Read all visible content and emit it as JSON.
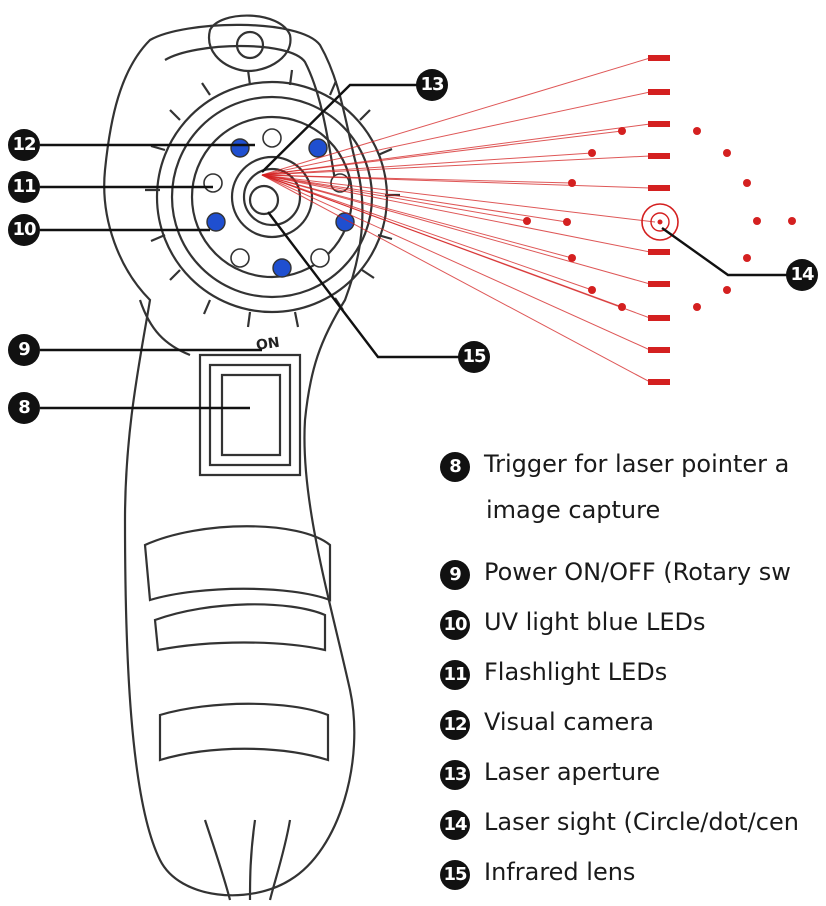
{
  "device_label_on": "ON",
  "callouts": [
    {
      "num": "8"
    },
    {
      "num": "9"
    },
    {
      "num": "10"
    },
    {
      "num": "11"
    },
    {
      "num": "12"
    },
    {
      "num": "13"
    },
    {
      "num": "14"
    },
    {
      "num": "15"
    }
  ],
  "legend": [
    {
      "num": "8",
      "line1": "Trigger for laser pointer a",
      "line2": "image capture"
    },
    {
      "num": "9",
      "line1": "Power ON/OFF (Rotary sw"
    },
    {
      "num": "10",
      "line1": "UV light blue LEDs"
    },
    {
      "num": "11",
      "line1": "Flashlight LEDs"
    },
    {
      "num": "12",
      "line1": "Visual camera"
    },
    {
      "num": "13",
      "line1": "Laser aperture"
    },
    {
      "num": "14",
      "line1": "Laser sight (Circle/dot/cen"
    },
    {
      "num": "15",
      "line1": "Infrared lens"
    }
  ],
  "colors": {
    "laser": "#d42020",
    "led_blue": "#1f4fd0",
    "outline": "#333333"
  }
}
